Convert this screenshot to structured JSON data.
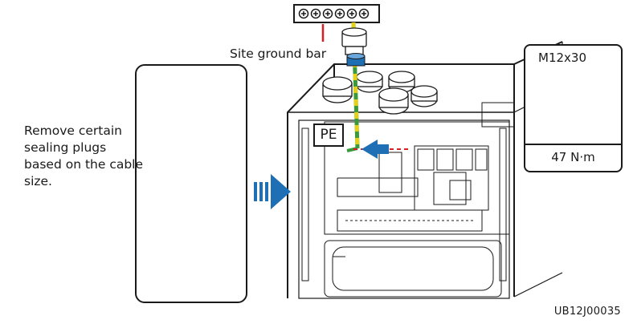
{
  "instruction_text": "Remove certain sealing plugs based on the cable size.",
  "ground_bar_label": "Site ground bar",
  "pe_label": "PE",
  "bolt_size": "M12x30",
  "torque_value": "47 N·m",
  "figure_code": "UB12J00035",
  "colors": {
    "arrow_blue": "#1f6fb5",
    "cable_yellow": "#e3d21a",
    "cable_green": "#3a9a3a",
    "plug_tan": "#d9a94b",
    "dashed_red": "#d81f26",
    "rotate_blue": "#1f6fb5"
  },
  "icons": [
    "ground-bar-icon",
    "cable-gland-icon",
    "sealing-ring-icon",
    "wrench-icon",
    "hex-nut-icon",
    "rotate-clockwise-icon",
    "ot-terminal-icon",
    "direction-arrow-icon"
  ]
}
